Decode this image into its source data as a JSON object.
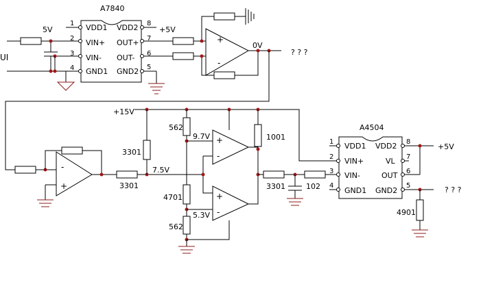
{
  "chip1": {
    "name": "A7840",
    "left_pins": [
      {
        "num": "1",
        "label": "VDD1"
      },
      {
        "num": "2",
        "label": "VIN+"
      },
      {
        "num": "3",
        "label": "VIN-"
      },
      {
        "num": "4",
        "label": "GND1"
      }
    ],
    "right_pins": [
      {
        "num": "8",
        "label": "VDD2"
      },
      {
        "num": "7",
        "label": "OUT+"
      },
      {
        "num": "6",
        "label": "OUT-"
      },
      {
        "num": "5",
        "label": "GND2"
      }
    ],
    "supply_left": "5V",
    "supply_right": "+5V"
  },
  "input_label": "UI",
  "opamp1_output": "0V",
  "unknown_output_1": "? ? ?",
  "resistors": {
    "r_top1": "562",
    "r_upper": "3301",
    "r_series": "3301",
    "r_mid": "4701",
    "r_bot": "562",
    "r_right": "1001",
    "r_out": "3301",
    "r_out2": "102",
    "r_load": "4901"
  },
  "supply_15v": "+15V",
  "voltages": {
    "v1": "9.7V",
    "v2": "7.5V",
    "v3": "5.3V"
  },
  "chip2": {
    "name": "A4504",
    "left_pins": [
      {
        "num": "1",
        "label": "VDD1"
      },
      {
        "num": "2",
        "label": "VIN+"
      },
      {
        "num": "3",
        "label": "VIN-"
      },
      {
        "num": "4",
        "label": "GND1"
      }
    ],
    "right_pins": [
      {
        "num": "8",
        "label": "VDD2"
      },
      {
        "num": "7",
        "label": "VL"
      },
      {
        "num": "6",
        "label": "OUT"
      },
      {
        "num": "5",
        "label": "GND2"
      }
    ],
    "supply": "+5V"
  },
  "unknown_output_2": "? ? ?",
  "opamp_symbols": {
    "plus": "+",
    "minus": "-"
  }
}
